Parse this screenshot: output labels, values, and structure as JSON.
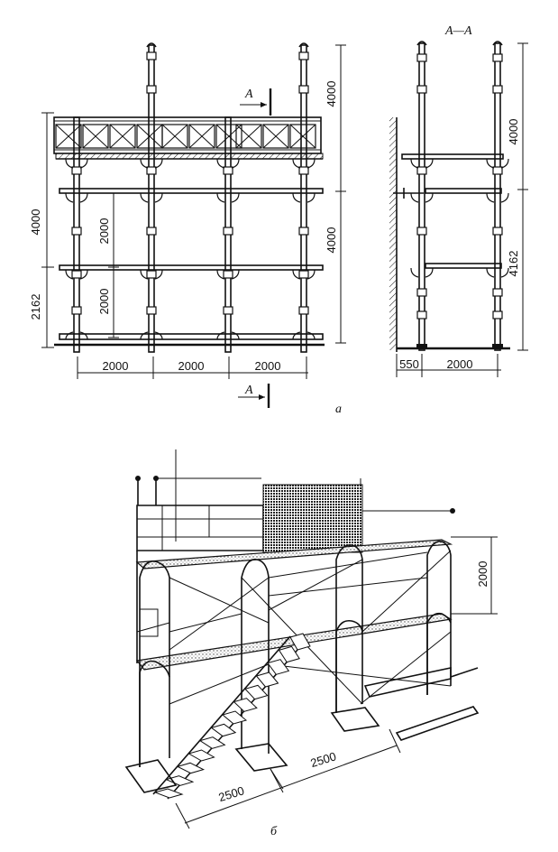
{
  "section_marker": "A",
  "section_title": "A—A",
  "panel_a_label": "а",
  "panel_b_label": "б",
  "front_view": {
    "heights": {
      "top_left": "4000",
      "bottom_left": "2162",
      "inner_upper": "2000",
      "inner_lower": "2000",
      "top_right": "4000",
      "bottom_right": "4000"
    },
    "spans": [
      "2000",
      "2000",
      "2000"
    ]
  },
  "side_view": {
    "heights": {
      "upper": "4000",
      "lower": "4162"
    },
    "widths": {
      "wall_gap": "550",
      "span": "2000"
    }
  },
  "perspective": {
    "heights": {
      "level": "2000"
    },
    "lengths": {
      "bay1": "2500",
      "bay2": "2500"
    }
  }
}
